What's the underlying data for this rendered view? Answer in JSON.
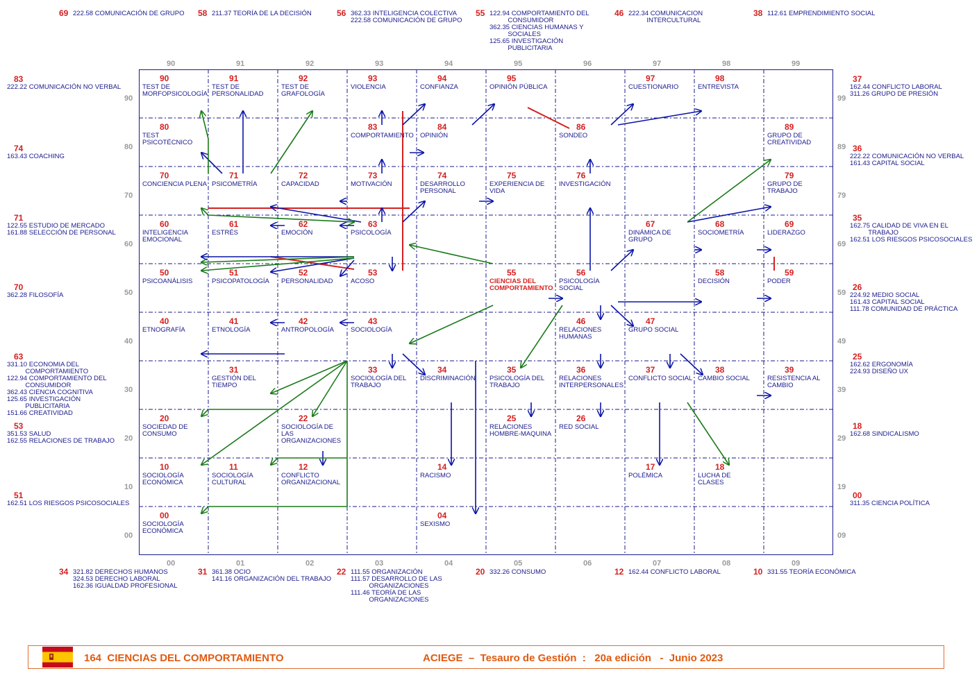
{
  "top_refs": [
    {
      "num": "69",
      "text": "222.58 COMUNICACIÓN DE GRUPO"
    },
    {
      "num": "58",
      "text": "211.37 TEORÍA DE LA DECISIÓN"
    },
    {
      "num": "56",
      "text": "362.33 INTELIGENCIA COLECTIVA\n222.58 COMUNICACIÓN DE GRUPO"
    },
    {
      "num": "55",
      "text": "122.94 COMPORTAMIENTO DEL\n          CONSUMIDOR\n362.35 CIENCIAS HUMANAS Y\n          SOCIALES\n125.65 INVESTIGACIÓN\n          PUBLICITARIA"
    },
    {
      "num": "46",
      "text": "222.34 COMUNICACION\n          INTERCULTURAL"
    },
    {
      "num": "38",
      "text": "112.61 EMPRENDIMIENTO SOCIAL"
    }
  ],
  "left_refs": [
    {
      "num": "83",
      "text": "222.22 COMUNICACIÓN NO VERBAL"
    },
    {
      "num": "74",
      "text": "163.43 COACHING"
    },
    {
      "num": "71",
      "text": "122.55 ESTUDIO DE MERCADO\n161.88 SELECCIÓN DE PERSONAL"
    },
    {
      "num": "70",
      "text": "362.28 FILOSOFÍA"
    },
    {
      "num": "63",
      "text": "331.10 ECONOMIA DEL\n          COMPORTAMIENTO\n122.94 COMPORTAMIENTO DEL\n          CONSUMIDOR\n362.43 CIENCIA COGNITIVA\n125.65 INVESTIGACIÓN\n          PUBLICITARIA\n151.66 CREATIVIDAD"
    },
    {
      "num": "53",
      "text": "351.53 SALUD\n162.55 RELACIONES DE TRABAJO"
    },
    {
      "num": "51",
      "text": "162.51 LOS RIESGOS PSICOSOCIALES"
    }
  ],
  "right_refs": [
    {
      "num": "37",
      "text": "162.44 CONFLICTO LABORAL\n311.26 GRUPO DE PRESIÓN"
    },
    {
      "num": "36",
      "text": "222.22 COMUNICACIÓN NO VERBAL\n161.43 CAPITAL SOCIAL"
    },
    {
      "num": "35",
      "text": "162.75 CALIDAD DE VIVA EN EL\n          TRABAJO\n162.51 LOS RIESGOS PSICOSOCIALES"
    },
    {
      "num": "26",
      "text": "224.92 MEDIO SOCIAL\n161.43 CAPITAL SOCIAL\n111.78 COMUNIDAD DE PRÁCTICA"
    },
    {
      "num": "25",
      "text": "162.62 ERGONOMÍA\n224.93 DISEÑO UX"
    },
    {
      "num": "18",
      "text": "162.68 SINDICALISMO"
    },
    {
      "num": "00",
      "text": "311.35 CIENCIA POLÍTICA"
    }
  ],
  "bottom_refs": [
    {
      "num": "34",
      "text": "321.82 DERECHOS HUMANOS\n324.53 DERECHO LABORAL\n162.36 IGUALDAD PROFESIONAL"
    },
    {
      "num": "31",
      "text": "361.38 OCIO\n141.16 ORGANIZACIÓN DEL TRABAJO"
    },
    {
      "num": "22",
      "text": "111.55 ORGANIZACIÓN\n111.57 DESARROLLO DE LAS\n          ORGANIZACIONES\n111.46 TEORÍA DE LAS\n          ORGANIZACIONES"
    },
    {
      "num": "20",
      "text": "332.26 CONSUMO"
    },
    {
      "num": "12",
      "text": "162.44 CONFLICTO LABORAL"
    },
    {
      "num": "10",
      "text": "331.55 TEORÍA ECONÓMICA"
    }
  ],
  "axis_top": [
    "90",
    "91",
    "92",
    "93",
    "94",
    "95",
    "96",
    "97",
    "98",
    "99"
  ],
  "axis_bottom": [
    "00",
    "01",
    "02",
    "03",
    "04",
    "05",
    "06",
    "07",
    "08",
    "09"
  ],
  "axis_left": [
    "90",
    "80",
    "70",
    "60",
    "50",
    "40",
    "30",
    "20",
    "10",
    "00"
  ],
  "axis_right": [
    "99",
    "89",
    "79",
    "69",
    "59",
    "49",
    "39",
    "29",
    "19",
    "09"
  ],
  "cells": [
    {
      "num": "90",
      "label": "TEST DE\nMORFOPSICOLOGÍA"
    },
    {
      "num": "91",
      "label": "TEST DE\nPERSONALIDAD"
    },
    {
      "num": "92",
      "label": "TEST DE\nGRAFOLOGÍA"
    },
    {
      "num": "93",
      "label": "VIOLENCIA"
    },
    {
      "num": "94",
      "label": "CONFIANZA"
    },
    {
      "num": "95",
      "label": "OPINIÓN PÚBLICA"
    },
    {
      "num": "97",
      "label": "CUESTIONARIO"
    },
    {
      "num": "98",
      "label": "ENTREVISTA"
    },
    {
      "num": "80",
      "label": "TEST\nPSICOTÉCNICO"
    },
    {
      "num": "83",
      "label": "COMPORTAMIENTO"
    },
    {
      "num": "84",
      "label": "OPINIÓN"
    },
    {
      "num": "86",
      "label": "SONDEO"
    },
    {
      "num": "89",
      "label": "GRUPO DE\nCREATIVIDAD"
    },
    {
      "num": "70",
      "label": "CONCIENCIA PLENA"
    },
    {
      "num": "71",
      "label": "PSICOMETRÍA"
    },
    {
      "num": "72",
      "label": "CAPACIDAD"
    },
    {
      "num": "73",
      "label": "MOTIVACIÓN"
    },
    {
      "num": "74",
      "label": "DESARROLLO\nPERSONAL"
    },
    {
      "num": "75",
      "label": "EXPERIENCIA DE\nVIDA"
    },
    {
      "num": "76",
      "label": "INVESTIGACIÓN"
    },
    {
      "num": "79",
      "label": "GRUPO DE\nTRABAJO"
    },
    {
      "num": "60",
      "label": "INTELIGENCIA\nEMOCIONAL"
    },
    {
      "num": "61",
      "label": "ESTRÉS"
    },
    {
      "num": "62",
      "label": "EMOCIÓN"
    },
    {
      "num": "63",
      "label": "PSICOLOGÍA"
    },
    {
      "num": "67",
      "label": "DINÁMICA DE\nGRUPO"
    },
    {
      "num": "68",
      "label": "SOCIOMETRÍA"
    },
    {
      "num": "69",
      "label": "LIDERAZGO"
    },
    {
      "num": "50",
      "label": "PSICOANÁLISIS"
    },
    {
      "num": "51",
      "label": "PSICOPATOLOGÍA"
    },
    {
      "num": "52",
      "label": "PERSONALIDAD"
    },
    {
      "num": "53",
      "label": "ACOSO"
    },
    {
      "num": "55",
      "label": "CIENCIAS DEL\nCOMPORTAMIENTO"
    },
    {
      "num": "56",
      "label": "PSICOLOGÍA\nSOCIAL"
    },
    {
      "num": "58",
      "label": "DECISIÓN"
    },
    {
      "num": "59",
      "label": "PODER"
    },
    {
      "num": "40",
      "label": "ETNOGRAFÍA"
    },
    {
      "num": "41",
      "label": "ETNOLOGÍA"
    },
    {
      "num": "42",
      "label": "ANTROPOLOGÍA"
    },
    {
      "num": "43",
      "label": "SOCIOLOGÍA"
    },
    {
      "num": "46",
      "label": "RELACIONES\nHUMANAS"
    },
    {
      "num": "47",
      "label": "GRUPO SOCIAL"
    },
    {
      "num": "31",
      "label": "GESTIÓN DEL\nTIEMPO"
    },
    {
      "num": "33",
      "label": "SOCIOLOGÍA DEL\nTRABAJO"
    },
    {
      "num": "34",
      "label": "DISCRIMINACIÓN"
    },
    {
      "num": "35",
      "label": "PSICOLOGÍA DEL\nTRABAJO"
    },
    {
      "num": "36",
      "label": "RELACIONES\nINTERPERSONALES"
    },
    {
      "num": "37",
      "label": "CONFLICTO SOCIAL"
    },
    {
      "num": "38",
      "label": "CAMBIO SOCIAL"
    },
    {
      "num": "39",
      "label": "RESISTENCIA AL\nCAMBIO"
    },
    {
      "num": "20",
      "label": "SOCIEDAD DE\nCONSUMO"
    },
    {
      "num": "22",
      "label": "SOCIOLOGÍA DE\nLAS\nORGANIZACIONES"
    },
    {
      "num": "25",
      "label": "RELACIONES\nHOMBRE-MAQUINA"
    },
    {
      "num": "26",
      "label": "RED SOCIAL"
    },
    {
      "num": "10",
      "label": "SOCIOLOGÍA\nECONÓMICA"
    },
    {
      "num": "11",
      "label": "SOCIOLOGÍA\nCULTURAL"
    },
    {
      "num": "12",
      "label": "CONFLICTO\nORGANIZACIONAL"
    },
    {
      "num": "14",
      "label": "RACISMO"
    },
    {
      "num": "17",
      "label": "POLÉMICA"
    },
    {
      "num": "18",
      "label": "LUCHA DE\nCLASES"
    },
    {
      "num": "00",
      "label": "SOCIOLOGÍA\nECONÓMICA"
    },
    {
      "num": "04",
      "label": "SEXISMO"
    }
  ],
  "footer": {
    "code_title": "164  CIENCIAS DEL COMPORTAMIENTO",
    "source": "ACIEGE  –  Tesauro de Gestión  :   20a edición   -  Junio 2023"
  },
  "colors": {
    "grid": "#1a1a8c",
    "number": "#d42020",
    "blue_arrow": "#0a14a8",
    "green_arrow": "#1a7a1a",
    "red_line": "#d42020",
    "footer": "#e05a10"
  },
  "icons": {
    "flag": "spain-flag-icon"
  }
}
